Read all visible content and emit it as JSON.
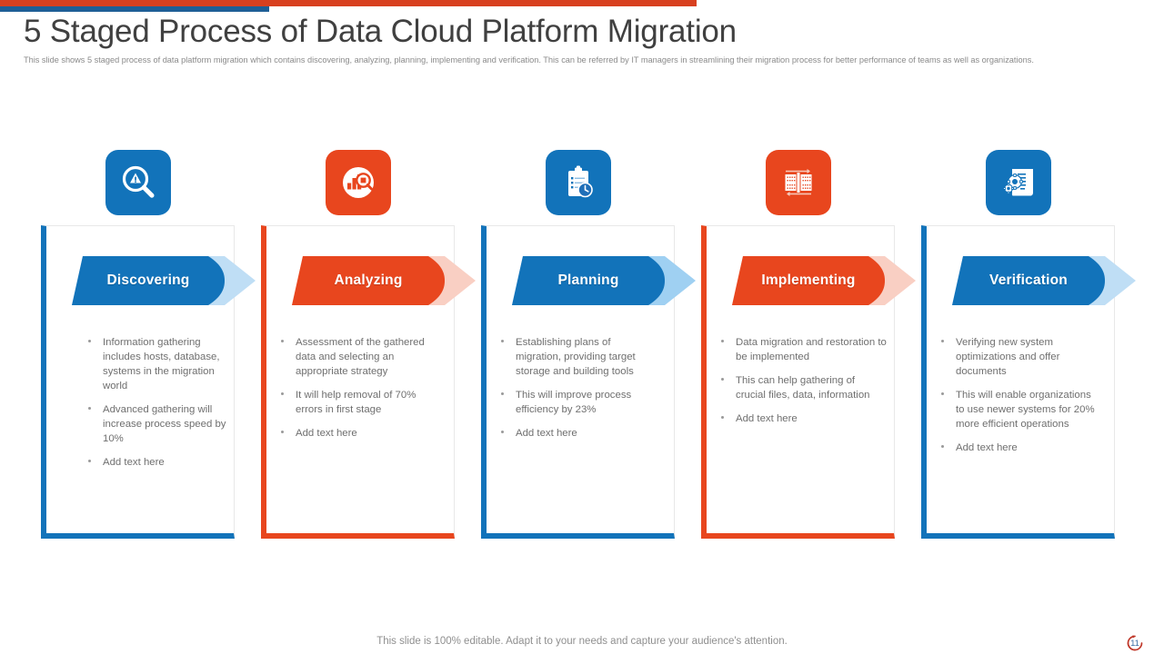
{
  "header": {
    "title": "5 Staged Process of Data Cloud Platform Migration",
    "subtitle": "This slide shows 5 staged process of data platform migration  which contains discovering, analyzing, planning, implementing  and verification. This can be referred by IT managers in streamlining their migration  process for better performance of teams as well as organizations."
  },
  "colors": {
    "blue": "#1273ba",
    "blue_dark": "#1f5f96",
    "blue_light": "#bfdef5",
    "red": "#e8461e",
    "red_bar": "#d8401f",
    "red_light": "#f9cfc3",
    "text": "#6f6f6f",
    "title": "#404040"
  },
  "stages": [
    {
      "id": "discovering",
      "label": "Discovering",
      "accent": "#1273ba",
      "arrow": "#bfdef5",
      "icon": "magnifier-warning-icon",
      "bullets": [
        "Information  gathering includes hosts, database, systems in the migration world",
        "Advanced  gathering will increase process speed by 10%",
        "Add text here"
      ]
    },
    {
      "id": "analyzing",
      "label": "Analyzing",
      "accent": "#e8461e",
      "arrow": "#f9cfc3",
      "icon": "bar-chart-magnifier-icon",
      "bullets": [
        "Assessment of the gathered  data and selecting an appropriate  strategy",
        "It will help removal  of 70% errors  in first stage",
        "Add text here"
      ]
    },
    {
      "id": "planning",
      "label": "Planning",
      "accent": "#1273ba",
      "arrow": "#9fd0f2",
      "icon": "clipboard-clock-icon",
      "bullets": [
        "Establishing plans of migration,  providing target storage and building tools",
        "This will improve process efficiency by 23%",
        "Add text here"
      ]
    },
    {
      "id": "implementing",
      "label": "Implementing",
      "accent": "#e8461e",
      "arrow": "#f9cfc3",
      "icon": "server-transfer-icon",
      "bullets": [
        "Data migration and restoration to be implemented",
        "This can help gathering of crucial files, data, information",
        "Add text here"
      ]
    },
    {
      "id": "verification",
      "label": "Verification",
      "accent": "#1273ba",
      "arrow": "#bfdef5",
      "icon": "document-gears-icon",
      "bullets": [
        "Verifying new system optimizations and offer documents",
        "This will enable organizations to use newer  systems for 20% more efficient operations",
        "Add text here"
      ]
    }
  ],
  "footer": {
    "note": "This slide is 100% editable. Adapt it to your needs and capture your audience's attention.",
    "page_number": "11"
  }
}
